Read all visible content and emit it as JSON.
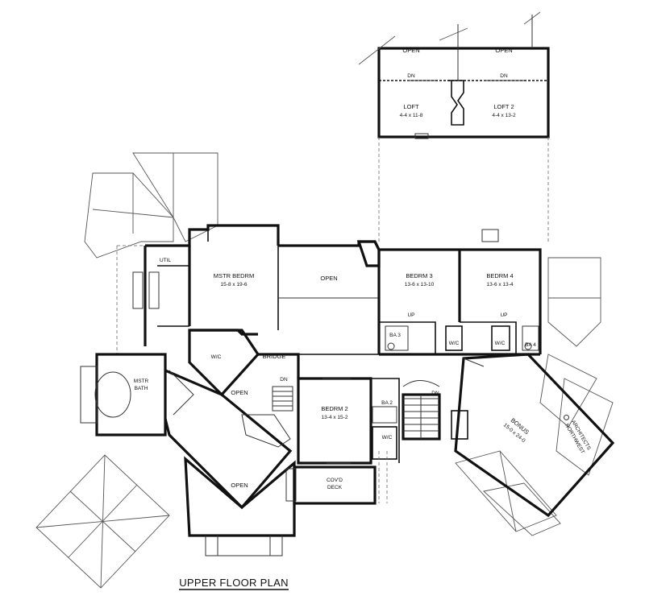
{
  "title": "UPPER FLOOR PLAN",
  "rooms": {
    "open_loft_left": "OPEN",
    "open_loft_right": "OPEN",
    "loft_dn_left": "DN",
    "loft_dn_right": "DN",
    "loft1_name": "LOFT",
    "loft1_dim": "4-4 x 11-8",
    "loft2_name": "LOFT 2",
    "loft2_dim": "4-4 x 13-2",
    "util": "UTIL",
    "mstr_bedrm_name": "MSTR BEDRM",
    "mstr_bedrm_dim": "15-8 x 19-6",
    "open_center": "OPEN",
    "bedrm3_name": "BEDRM 3",
    "bedrm3_dim": "13-6 x 13-10",
    "bedrm4_name": "BEDRM 4",
    "bedrm4_dim": "13-6 x 13-4",
    "up3": "UP",
    "up4": "UP",
    "ba3": "BA 3",
    "wic3": "W/C",
    "wic4": "W/C",
    "ba4": "BA 4",
    "wic_mstr": "W/C",
    "bridge": "BRIDGE",
    "mstr_bath_1": "MSTR",
    "mstr_bath_2": "BATH",
    "open_left": "OPEN",
    "dn_stair_left": "DN",
    "bedrm2_name": "BEDRM 2",
    "bedrm2_dim": "13-4 x 15-2",
    "ba2": "BA 2",
    "wic2": "W/C",
    "dn_stair_right": "DN",
    "bonus_name": "BONUS",
    "bonus_dim": "15-0 x 24-0",
    "open_bottom": "OPEN",
    "covd_1": "COV'D",
    "covd_2": "DECK",
    "logo_1": "ARCHITECTS",
    "logo_2": "NORTHWEST"
  }
}
